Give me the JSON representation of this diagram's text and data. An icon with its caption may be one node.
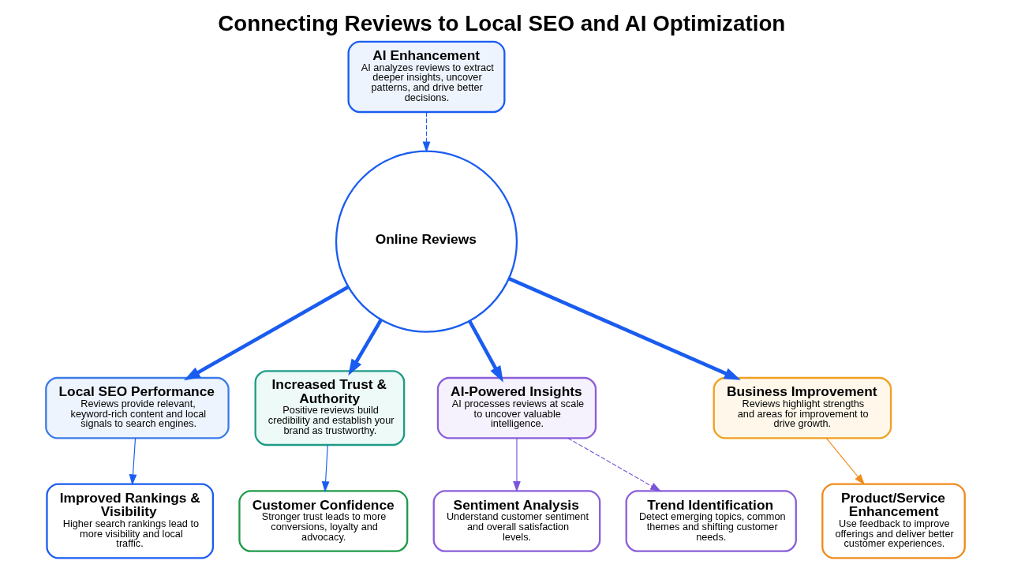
{
  "diagram": {
    "title": "Connecting Reviews to Local SEO and AI Optimization",
    "nodes": [
      {
        "text": [
          "Online Reviews"
        ]
      },
      {
        "text": [
          "Local SEO Performance",
          "Reviews provide relevant, keyword-rich content and local signals to search engines."
        ]
      },
      {
        "text": [
          "Improved Rankings & Visibility",
          "Higher search rankings lead to more visibility and local traffic."
        ]
      },
      {
        "text": [
          "Increased Trust & Authority",
          "Positive reviews build credibility and establish your brand as trustworthy."
        ]
      },
      {
        "text": [
          "Customer Confidence",
          "Stronger trust leads to more conversions, loyalty and advocacy."
        ]
      },
      {
        "text": [
          "AI-Powered Insights",
          "AI processes reviews at scale to uncover valuable intelligence."
        ]
      },
      {
        "text": [
          "Sentiment Analysis",
          "Understand customer sentiment and overall satisfaction levels."
        ]
      },
      {
        "text": [
          "Trend Identification",
          "Detect emerging topics, common themes and shifting customer needs."
        ]
      },
      {
        "text": [
          "AI Enhancement",
          "AI analyzes reviews to extract deeper insights, uncover patterns, and drive better decisions."
        ]
      },
      {
        "text": [
          "Business Improvement",
          "Reviews highlight strengths and areas for improvement to drive growth."
        ]
      },
      {
        "text": [
          "Product/Service Enhancement",
          "Use feedback to improve offerings and deliver better customer experiences."
        ]
      }
    ],
    "edges": [
      {
        "from": 0,
        "to": 1,
        "arrow": "to",
        "style": "thick"
      },
      {
        "from": 1,
        "to": 2,
        "arrow": "to"
      },
      {
        "from": 0,
        "to": 3,
        "arrow": "to",
        "style": "thick"
      },
      {
        "from": 3,
        "to": 4,
        "arrow": "to"
      },
      {
        "from": 0,
        "to": 5,
        "arrow": "to",
        "style": "thick"
      },
      {
        "from": 5,
        "to": 6,
        "arrow": "to",
        "color": "#7b55d9"
      },
      {
        "from": 5,
        "to": 7,
        "arrow": "to",
        "style": "dashed",
        "color": "#7b55d9"
      },
      {
        "from": 0,
        "to": 9,
        "arrow": "to",
        "style": "thick"
      },
      {
        "from": 9,
        "to": 10,
        "arrow": "to",
        "color": "#f08a1a"
      },
      {
        "from": 8,
        "to": 0,
        "arrow": "to",
        "style": "dashed"
      }
    ]
  }
}
